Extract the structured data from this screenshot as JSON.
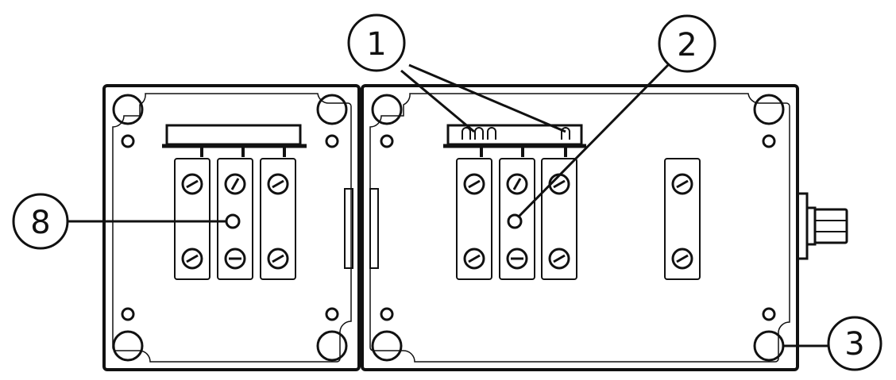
{
  "diagram": {
    "callouts": [
      {
        "id": "callout-1",
        "label": "1"
      },
      {
        "id": "callout-2",
        "label": "2"
      },
      {
        "id": "callout-3",
        "label": "3"
      },
      {
        "id": "callout-8",
        "label": "8"
      }
    ]
  },
  "colors": {
    "ink": "#111111",
    "background": "#ffffff"
  },
  "icons": [
    "screw-icon",
    "connector-icon"
  ]
}
